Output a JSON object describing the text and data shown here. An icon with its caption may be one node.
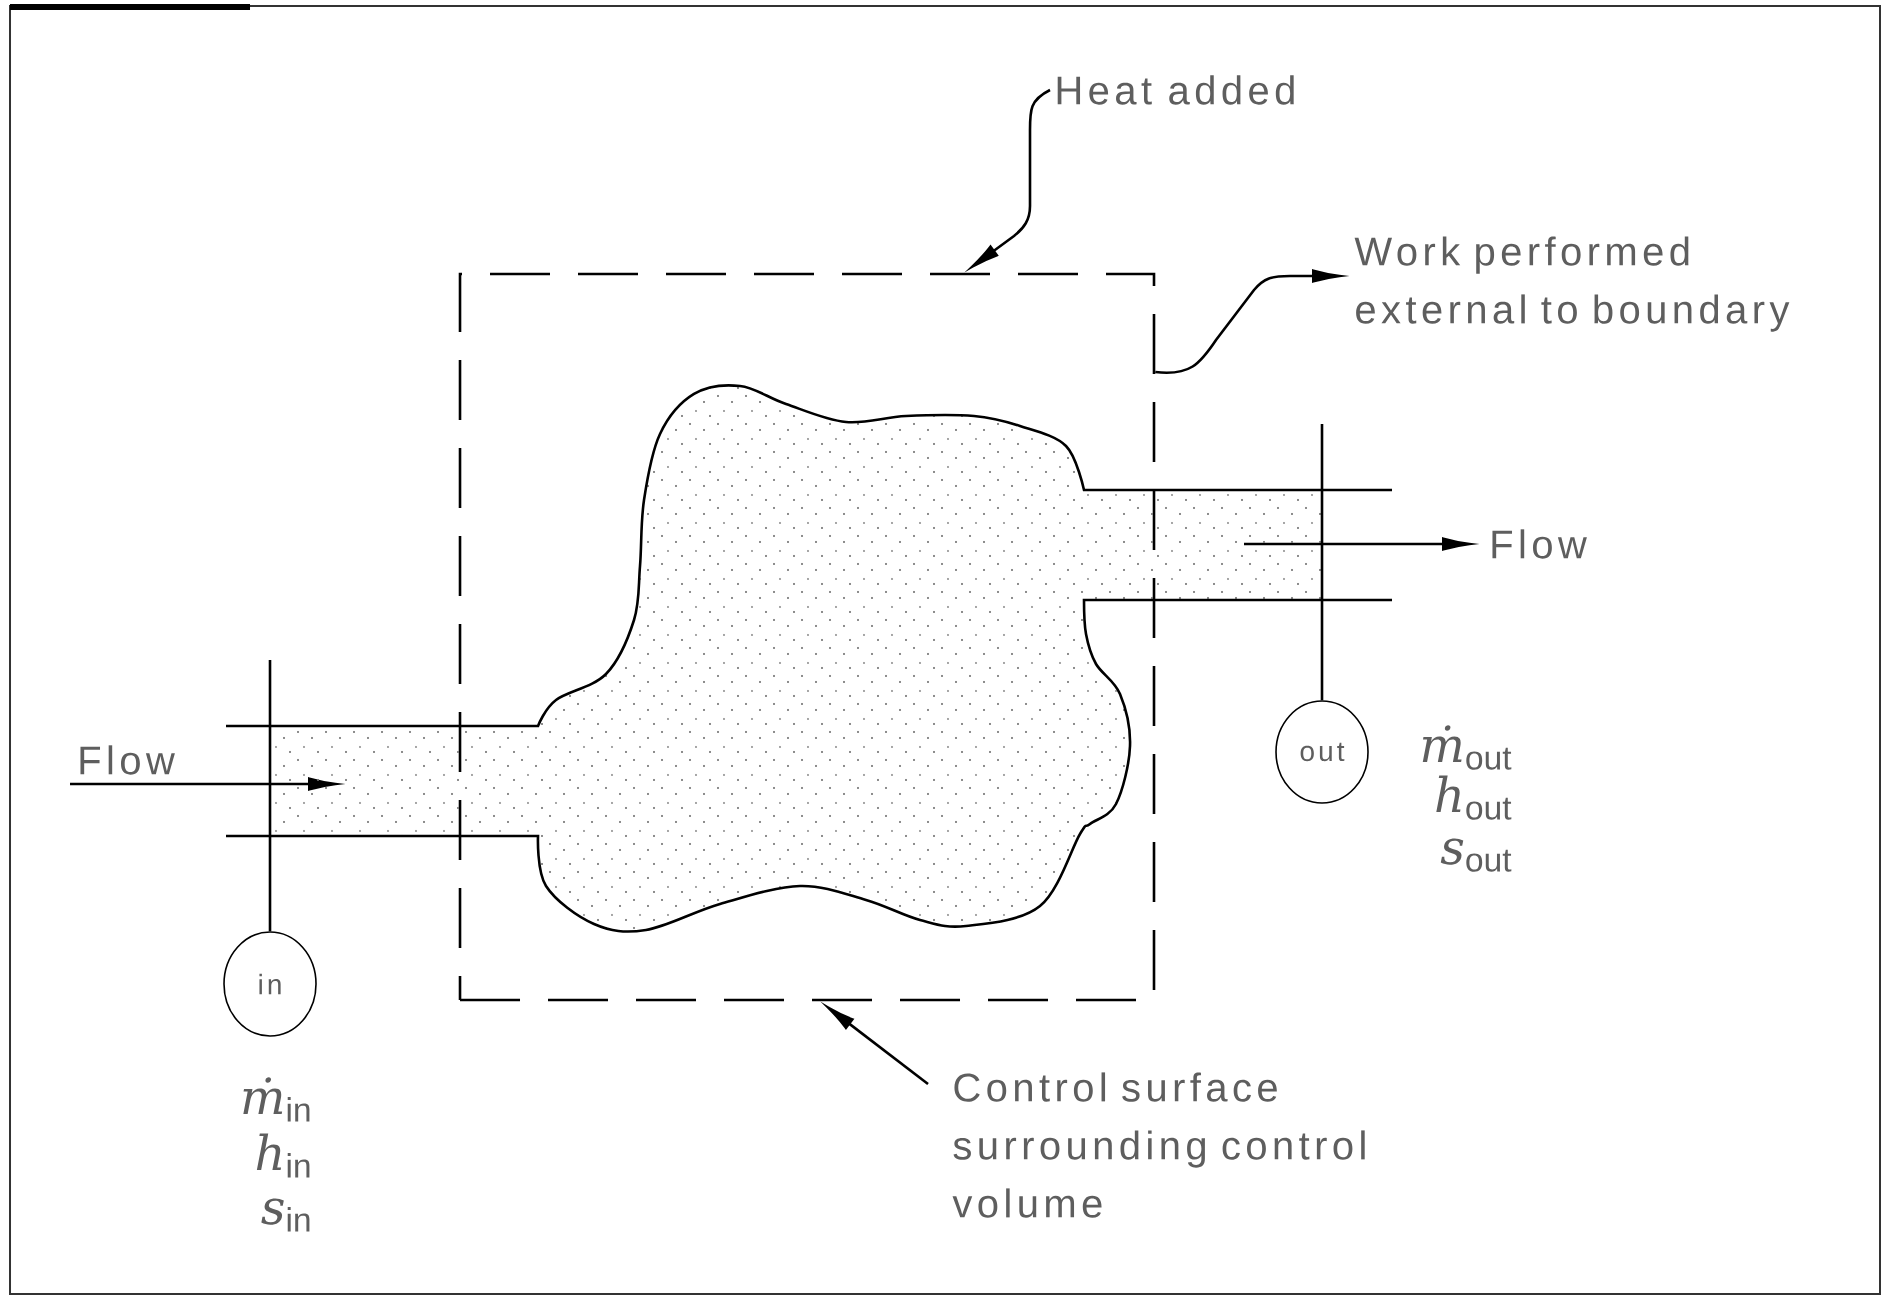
{
  "diagram": {
    "nodes": [
      {
        "text": [
          "Heat added"
        ]
      },
      {
        "text": [
          "Work performed external to boundary"
        ]
      },
      {
        "text": [],
        "shape": "box"
      },
      {
        "text": [],
        "shape": "cloud"
      },
      {
        "text": [
          "out"
        ],
        "beside": [
          "*ṁ*$_{out}$",
          "*h*$_{out}$",
          "*s*$_{out}$"
        ]
      },
      {
        "text": [
          "in"
        ],
        "beside": [
          "*ṁ*$_{in}$",
          "*h*$_{in}$",
          "*s*$_{in}$"
        ]
      },
      {
        "text": [
          "Control surface surrounding control volume"
        ]
      }
    ],
    "edges": [
      {
        "from": 0,
        "to": 2,
        "arrow": "to"
      },
      {
        "from": 2,
        "to": 1,
        "arrow": "to"
      },
      {
        "from": 6,
        "to": 2,
        "arrow": "to"
      },
      {
        "from": 5,
        "to": 3,
        "arrow": "none"
      },
      {
        "from": 4,
        "to": 3,
        "arrow": "none"
      }
    ],
    "labels": [
      "Flow",
      "Flow"
    ]
  }
}
